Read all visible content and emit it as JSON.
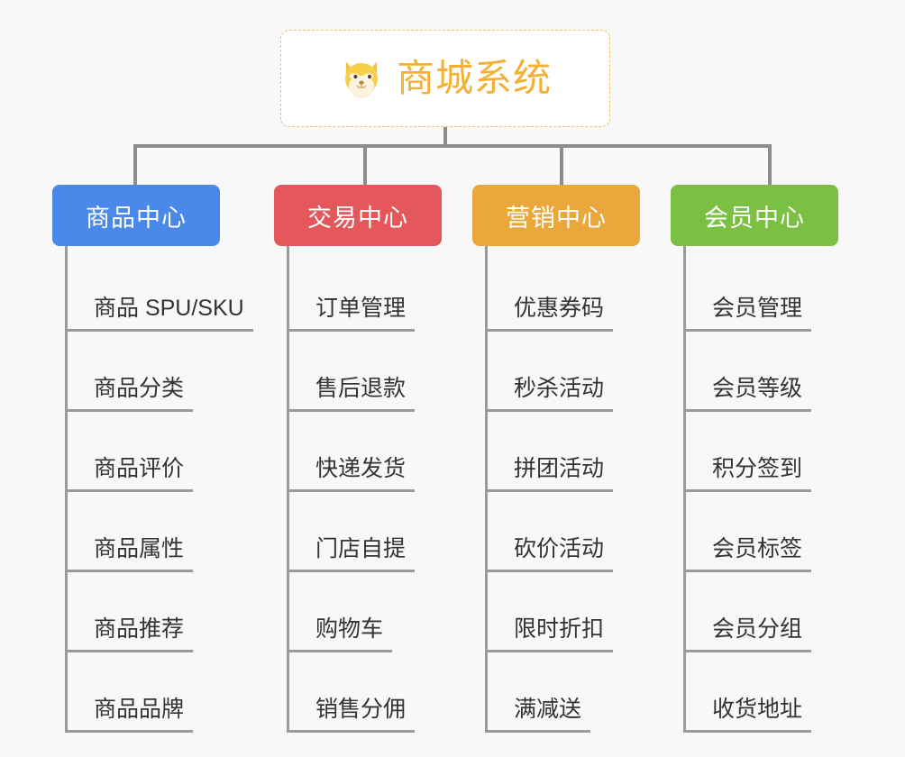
{
  "page": {
    "background_color": "#f8f8f8",
    "type": "mindmap-org-chart"
  },
  "root": {
    "title": "商城系统",
    "icon": "shiba-dog-face-icon",
    "text_color": "#f2b134",
    "border_color": "#f0c06a",
    "background_color": "#ffffff"
  },
  "connector_color": "#8d8d8d",
  "leaf_line_color": "#9a9a9a",
  "branches": [
    {
      "label": "商品中心",
      "color": "#4a89ea",
      "items": [
        "商品 SPU/SKU",
        "商品分类",
        "商品评价",
        "商品属性",
        "商品推荐",
        "商品品牌"
      ]
    },
    {
      "label": "交易中心",
      "color": "#e4575a",
      "items": [
        "订单管理",
        "售后退款",
        "快递发货",
        "门店自提",
        "购物车",
        "销售分佣"
      ]
    },
    {
      "label": "营销中心",
      "color": "#eaa83c",
      "items": [
        "优惠券码",
        "秒杀活动",
        "拼团活动",
        "砍价活动",
        "限时折扣",
        "满减送"
      ]
    },
    {
      "label": "会员中心",
      "color": "#7cc043",
      "items": [
        "会员管理",
        "会员等级",
        "积分签到",
        "会员标签",
        "会员分组",
        "收货地址"
      ]
    }
  ]
}
